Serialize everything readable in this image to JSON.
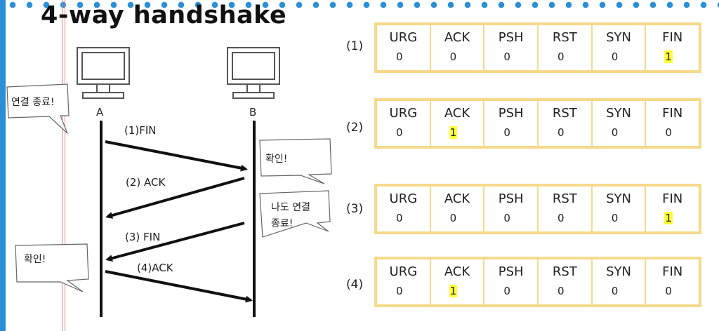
{
  "title": "4-way handshake",
  "hosts": {
    "a_label": "A",
    "b_label": "B"
  },
  "messages": [
    "(1)FIN",
    "(2) ACK",
    "(3) FIN",
    "(4)ACK"
  ],
  "bubbles": {
    "a_close": "연결 종료!",
    "b_confirm": "확인!",
    "b_close_line1": "나도 연결",
    "b_close_line2": "종료!",
    "a_confirm": "확인!"
  },
  "flag_names": [
    "URG",
    "ACK",
    "PSH",
    "RST",
    "SYN",
    "FIN"
  ],
  "rows": [
    {
      "label": "(1)",
      "values": [
        "0",
        "0",
        "0",
        "0",
        "0",
        "1"
      ],
      "highlight": [
        5
      ]
    },
    {
      "label": "(2)",
      "values": [
        "0",
        "1",
        "0",
        "0",
        "0",
        "0"
      ],
      "highlight": [
        1
      ]
    },
    {
      "label": "(3)",
      "values": [
        "0",
        "0",
        "0",
        "0",
        "0",
        "1"
      ],
      "highlight": [
        5
      ]
    },
    {
      "label": "(4)",
      "values": [
        "0",
        "1",
        "0",
        "0",
        "0",
        "0"
      ],
      "highlight": [
        1
      ]
    }
  ],
  "colors": {
    "highlight": "#ffff36",
    "table_border": "#f6d98a",
    "accent": "#2a8fd6",
    "margin_line": "#e28a8a"
  }
}
